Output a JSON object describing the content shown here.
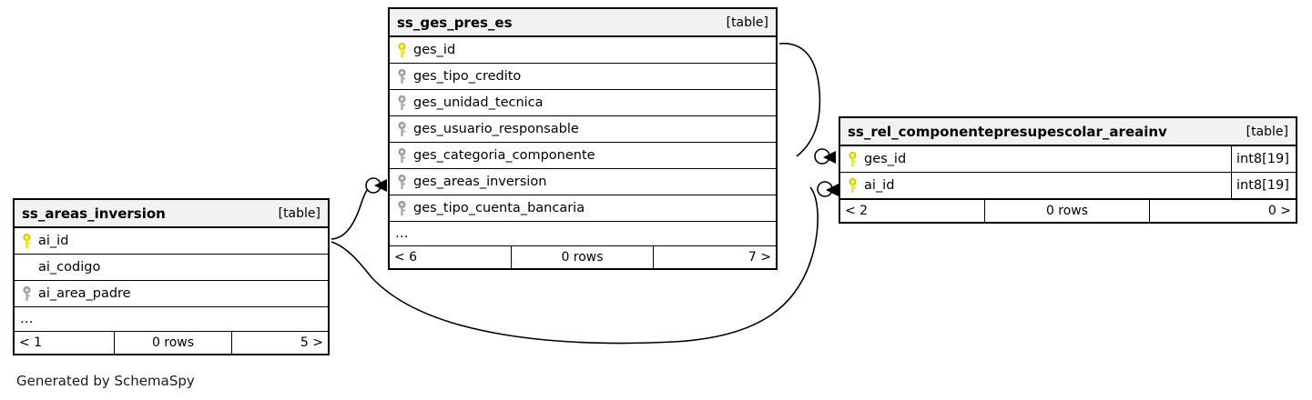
{
  "diagram": {
    "type": "database-schema-erd",
    "generator_credit": "Generated by SchemaSpy",
    "table_tag": "[table]",
    "colors": {
      "pk_key": "#e8e800",
      "fk_key": "#a0a0a0",
      "header_bg": "#f2f2f2",
      "border": "#000000",
      "background": "#ffffff"
    }
  },
  "tables": [
    {
      "id": "ss_areas_inversion",
      "name": "ss_areas_inversion",
      "tag": "[table]",
      "columns": [
        {
          "name": "ai_id",
          "key": "primary",
          "type": ""
        },
        {
          "name": "ai_codigo",
          "key": "none",
          "type": ""
        },
        {
          "name": "ai_area_padre",
          "key": "foreign",
          "type": ""
        }
      ],
      "more_indicator": "…",
      "footer": {
        "left": "< 1",
        "middle": "0 rows",
        "right": "5 >"
      }
    },
    {
      "id": "ss_ges_pres_es",
      "name": "ss_ges_pres_es",
      "tag": "[table]",
      "columns": [
        {
          "name": "ges_id",
          "key": "primary",
          "type": ""
        },
        {
          "name": "ges_tipo_credito",
          "key": "foreign",
          "type": ""
        },
        {
          "name": "ges_unidad_tecnica",
          "key": "foreign",
          "type": ""
        },
        {
          "name": "ges_usuario_responsable",
          "key": "foreign",
          "type": ""
        },
        {
          "name": "ges_categoria_componente",
          "key": "foreign",
          "type": ""
        },
        {
          "name": "ges_areas_inversion",
          "key": "foreign",
          "type": ""
        },
        {
          "name": "ges_tipo_cuenta_bancaria",
          "key": "foreign",
          "type": ""
        }
      ],
      "more_indicator": "…",
      "footer": {
        "left": "< 6",
        "middle": "0 rows",
        "right": "7 >"
      }
    },
    {
      "id": "ss_rel_componentepresupescolar_areainv",
      "name": "ss_rel_componentepresupescolar_areainv",
      "tag": "[table]",
      "columns": [
        {
          "name": "ges_id",
          "key": "primary",
          "type": "int8[19]"
        },
        {
          "name": "ai_id",
          "key": "primary",
          "type": "int8[19]"
        }
      ],
      "more_indicator": "",
      "footer": {
        "left": "< 2",
        "middle": "0 rows",
        "right": "0 >"
      }
    }
  ],
  "relationships": [
    {
      "id": "rel-ges-pres-to-rel-table",
      "from_table": "ss_ges_pres_es",
      "from_column": "ges_id",
      "to_table": "ss_rel_componentepresupescolar_areainv",
      "to_column": "ges_id",
      "from_marker": "none",
      "to_marker": "optional-many"
    },
    {
      "id": "rel-areas-to-ges-pres",
      "from_table": "ss_areas_inversion",
      "from_column": "ai_id",
      "to_table": "ss_ges_pres_es",
      "to_column": "ges_areas_inversion",
      "from_marker": "none",
      "to_marker": "optional-many"
    },
    {
      "id": "rel-areas-to-rel-table",
      "from_table": "ss_areas_inversion",
      "from_column": "ai_id",
      "to_table": "ss_rel_componentepresupescolar_areainv",
      "to_column": "ai_id",
      "from_marker": "none",
      "to_marker": "optional-many"
    }
  ]
}
